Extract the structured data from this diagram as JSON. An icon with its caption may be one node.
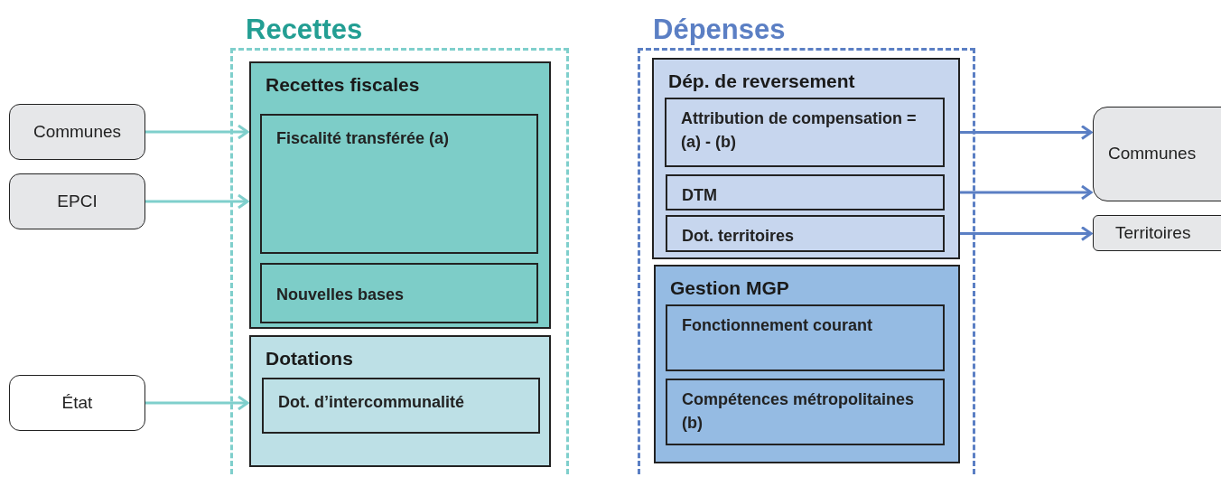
{
  "diagram": {
    "nodes": [
      {
        "text": [
          "Communes"
        ]
      },
      {
        "text": [
          "EPCI"
        ]
      },
      {
        "text": [
          "État"
        ]
      },
      {
        "text": [
          "Recettes"
        ]
      },
      {
        "text": [
          "Recettes fiscales"
        ],
        "in": 3
      },
      {
        "text": [
          "Fiscalité transférée (a)"
        ],
        "in": 4
      },
      {
        "text": [
          "Nouvelles bases"
        ],
        "in": 4
      },
      {
        "text": [
          "Dotations"
        ],
        "in": 3
      },
      {
        "text": [
          "Dot. d’intercommunalité"
        ],
        "in": 7
      },
      {
        "text": [
          "Dépenses"
        ]
      },
      {
        "text": [
          "Dép. de reversement"
        ],
        "in": 9
      },
      {
        "text": [
          "Attribution de compensation = (a) - (b)"
        ],
        "in": 10
      },
      {
        "text": [
          "DTM"
        ],
        "in": 10
      },
      {
        "text": [
          "Dot. territoires"
        ],
        "in": 10
      },
      {
        "text": [
          "Gestion MGP"
        ],
        "in": 9
      },
      {
        "text": [
          "Fonctionnement courant"
        ],
        "in": 14
      },
      {
        "text": [
          "Compétences métropolitaines (b)"
        ],
        "in": 14
      },
      {
        "text": [
          "Communes"
        ]
      },
      {
        "text": [
          "Territoires"
        ]
      }
    ],
    "edges": [
      {
        "from": 0,
        "to": 4,
        "arrow": "to",
        "color": "#7fcfcc"
      },
      {
        "from": 1,
        "to": 4,
        "arrow": "to",
        "color": "#7fcfcc"
      },
      {
        "from": 2,
        "to": 7,
        "arrow": "to",
        "color": "#7fcfcc"
      },
      {
        "from": 11,
        "to": 17,
        "arrow": "to",
        "color": "#5b7fc4"
      },
      {
        "from": 12,
        "to": 17,
        "arrow": "to",
        "color": "#5b7fc4"
      },
      {
        "from": 13,
        "to": 18,
        "arrow": "to",
        "color": "#5b7fc4"
      }
    ]
  }
}
